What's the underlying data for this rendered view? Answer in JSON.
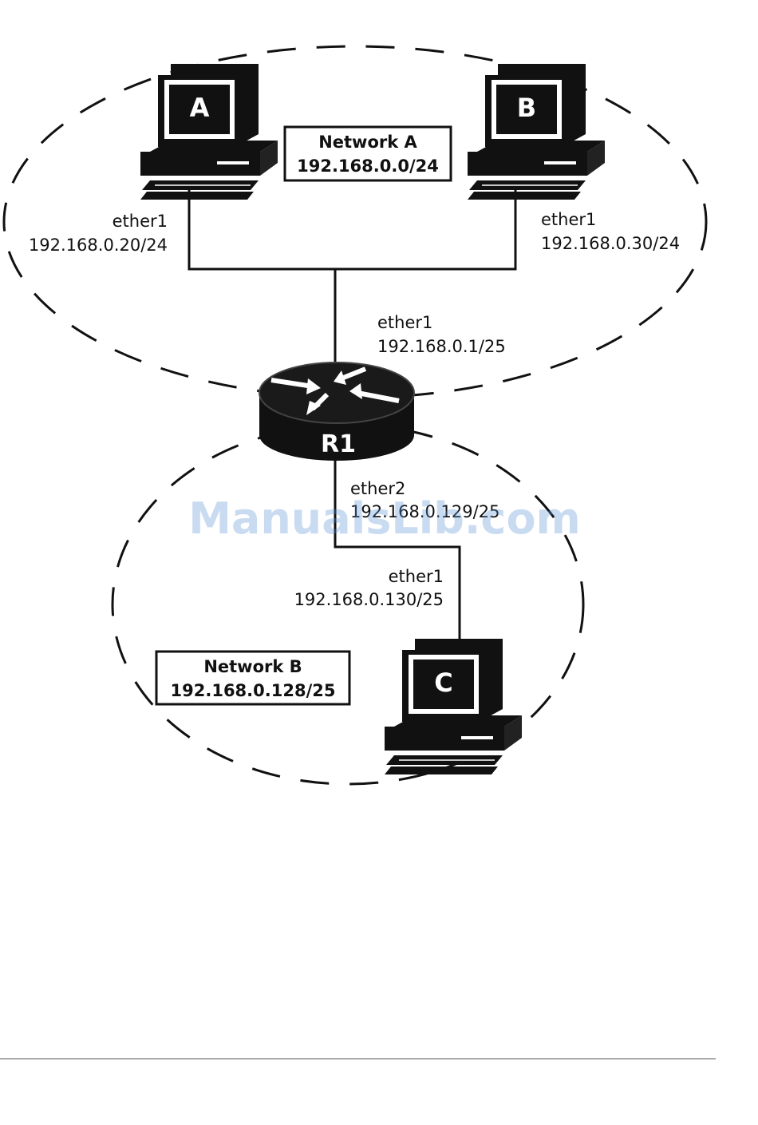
{
  "network_a": {
    "name": "Network A",
    "subnet": "192.168.0.0/24"
  },
  "network_b": {
    "name": "Network B",
    "subnet": "192.168.0.128/25"
  },
  "pc_a": {
    "letter": "A",
    "iface": "ether1",
    "ip": "192.168.0.20/24"
  },
  "pc_b": {
    "letter": "B",
    "iface": "ether1",
    "ip": "192.168.0.30/24"
  },
  "pc_c": {
    "letter": "C",
    "iface": "ether1",
    "ip": "192.168.0.130/25"
  },
  "router": {
    "name": "R1",
    "port1": {
      "iface": "ether1",
      "ip": "192.168.0.1/25"
    },
    "port2": {
      "iface": "ether2",
      "ip": "192.168.0.129/25"
    }
  },
  "watermark": "ManualsLib.com"
}
